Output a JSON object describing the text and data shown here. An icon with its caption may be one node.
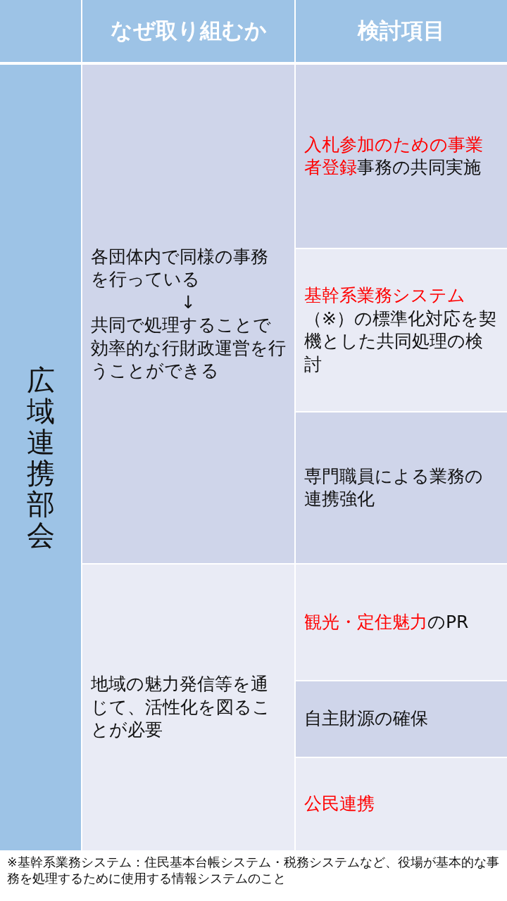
{
  "diagram": {
    "nodes": [
      {
        "text": [
          "なぜ取り組むか"
        ]
      },
      {
        "text": [
          "検討項目"
        ]
      },
      {
        "text": [
          "広域連携部会"
        ]
      },
      {
        "text": [
          "各団体内で同様の事務を行っている",
          "↓",
          "共同で処理することで効率的な行財政運営を行うことができる"
        ]
      },
      {
        "text": [
          "**入札参加のための事業者登録**事務の共同実施"
        ]
      },
      {
        "text": [
          "**基幹系業務システム**（※）の標準化対応を契機とした共同処理の検討"
        ]
      },
      {
        "text": [
          "専門職員による業務の連携強化"
        ]
      },
      {
        "text": [
          "地域の魅力発信等を通じて、活性化を図ることが必要"
        ]
      },
      {
        "text": [
          "**観光・定住魅力**のPR"
        ]
      },
      {
        "text": [
          "自主財源の確保"
        ]
      },
      {
        "text": [
          "**公民連携**"
        ]
      }
    ],
    "caption": "※基幹系業務システム：住民基本台帳システム・税務システムなど、役場が基本的な事務を処理するために使用する情報システムのこと"
  }
}
